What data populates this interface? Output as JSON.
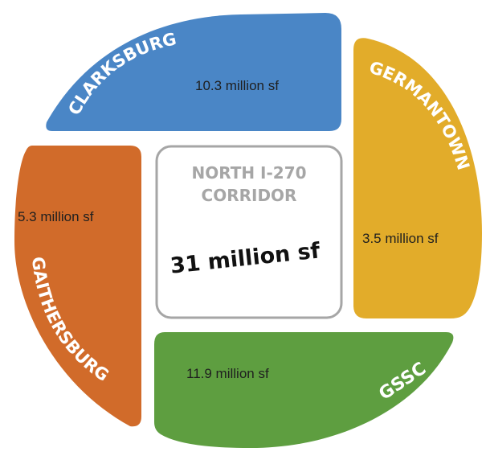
{
  "center": {
    "title_line1": "NORTH I-270",
    "title_line2": "CORRIDOR",
    "total": "31 million sf"
  },
  "segments": {
    "clarksburg": {
      "name": "CLARKSBURG",
      "value": "10.3 million sf",
      "color": "#4a86c6"
    },
    "germantown": {
      "name": "GERMANTOWN",
      "value": "3.5 million sf",
      "color": "#e2ac2a"
    },
    "gssc": {
      "name": "GSSC",
      "value": "11.9 million sf",
      "color": "#5e9e40"
    },
    "gaithersburg": {
      "name": "GAITHERSBURG",
      "value": "5.3 million sf",
      "color": "#d16b2a"
    }
  },
  "colors": {
    "center_border": "#a6a6a6",
    "center_title": "#a6a6a6"
  }
}
